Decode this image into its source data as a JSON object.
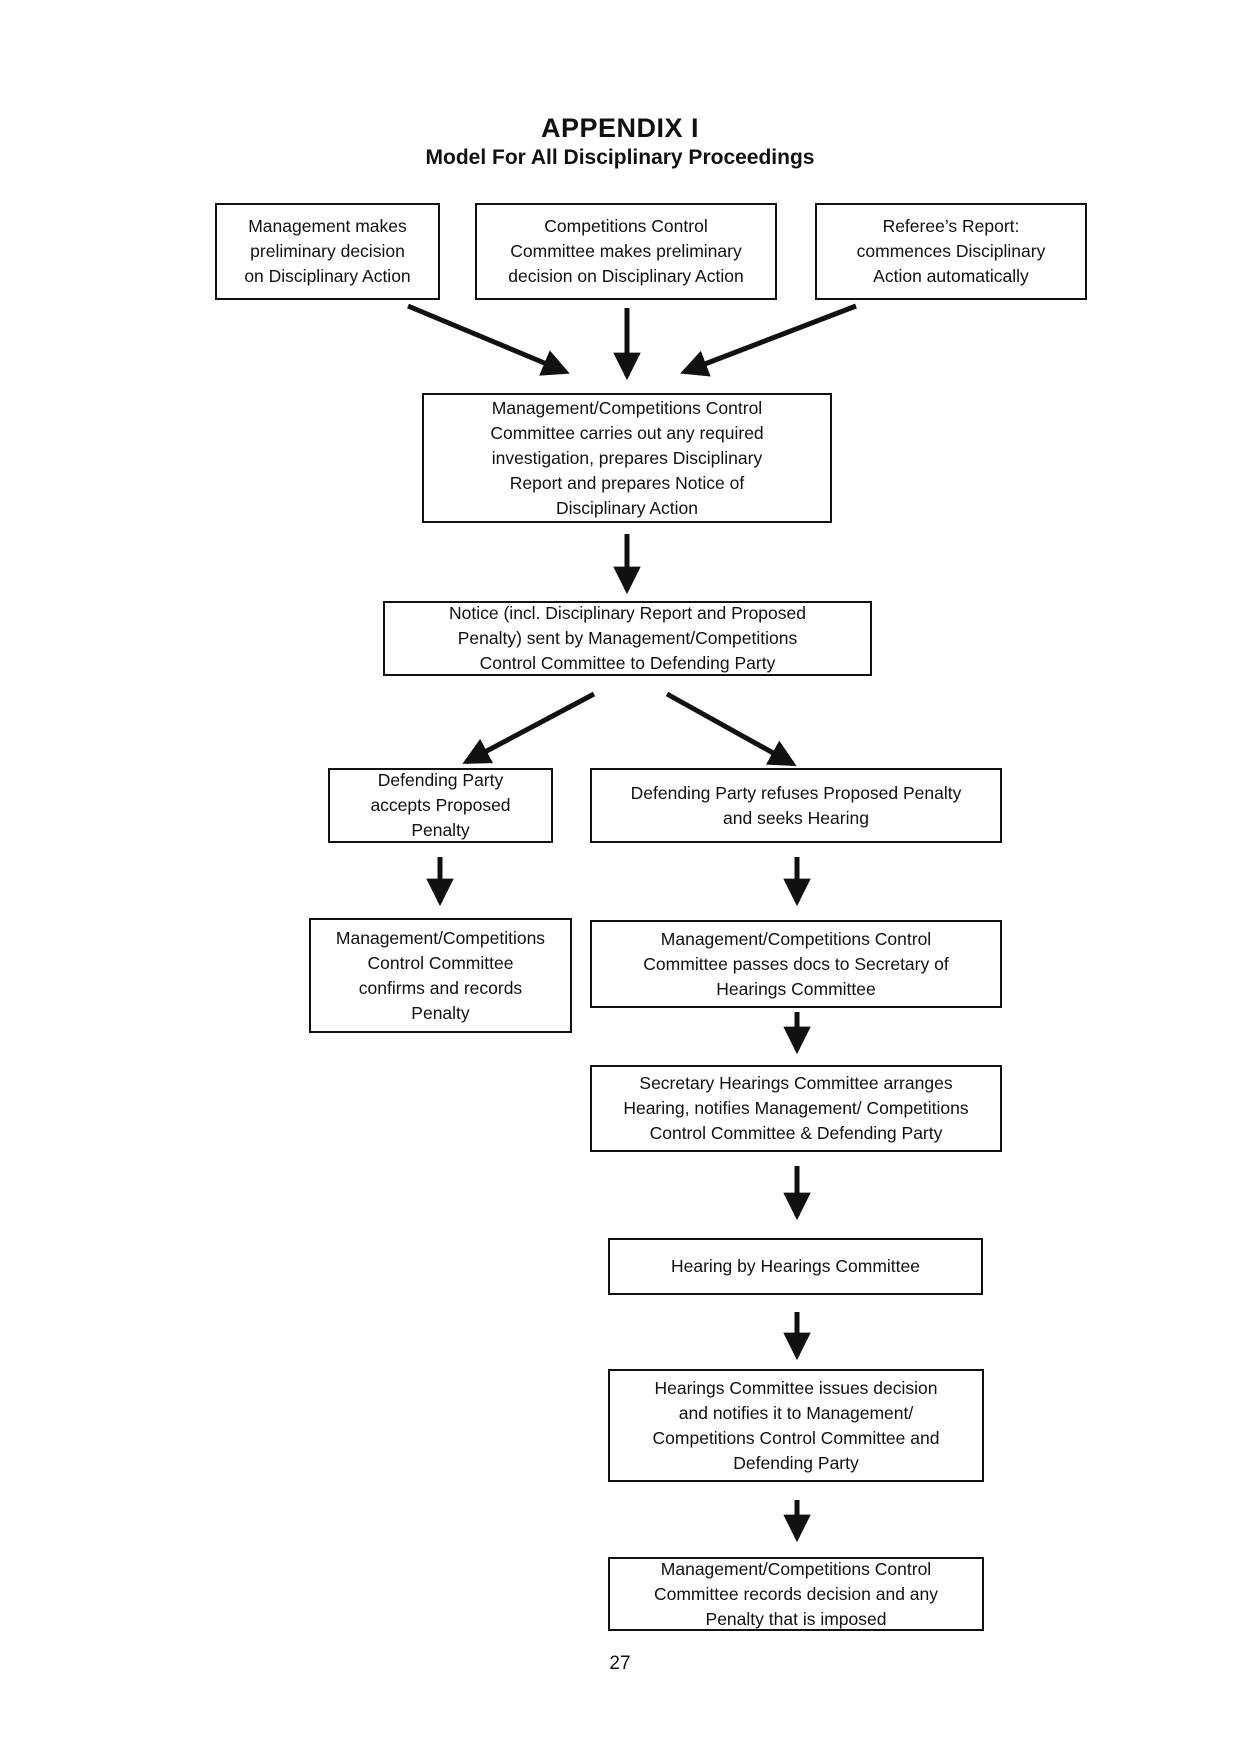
{
  "page": {
    "title": "APPENDIX I",
    "subtitle": "Model For All Disciplinary Proceedings",
    "page_number": "27"
  },
  "colors": {
    "ink": "#111111",
    "background": "#ffffff"
  },
  "flowchart": {
    "nodes": {
      "management_preliminary": "Management makes\npreliminary decision\non Disciplinary Action",
      "ccc_preliminary": "Competitions Control\nCommittee makes preliminary\ndecision on Disciplinary Action",
      "referee_report": "Referee’s Report:\ncommences Disciplinary\nAction automatically",
      "investigation": "Management/Competitions Control\nCommittee carries out any required\ninvestigation, prepares Disciplinary\nReport and prepares Notice of\nDisciplinary Action",
      "notice": "Notice (incl. Disciplinary Report and Proposed\nPenalty) sent by Management/Competitions\nControl Committee to Defending Party",
      "accepts": "Defending Party\naccepts Proposed\nPenalty",
      "refuses": "Defending Party refuses Proposed Penalty\nand seeks Hearing",
      "confirms": "Management/Competitions\nControl Committee\nconfirms and records\nPenalty",
      "passes_docs": "Management/Competitions Control\nCommittee passes docs to Secretary of\nHearings Committee",
      "secretary_arranges": "Secretary Hearings Committee arranges\nHearing, notifies Management/ Competitions\nControl Committee & Defending Party",
      "hearing": "Hearing by Hearings Committee",
      "issues_decision": "Hearings Committee issues decision\nand notifies it to Management/\nCompetitions Control Committee and\nDefending Party",
      "records_decision": "Management/Competitions Control\nCommittee records decision and any\nPenalty that is imposed"
    },
    "edges": [
      {
        "from": "management_preliminary",
        "to": "investigation"
      },
      {
        "from": "ccc_preliminary",
        "to": "investigation"
      },
      {
        "from": "referee_report",
        "to": "investigation"
      },
      {
        "from": "investigation",
        "to": "notice"
      },
      {
        "from": "notice",
        "to": "accepts"
      },
      {
        "from": "notice",
        "to": "refuses"
      },
      {
        "from": "accepts",
        "to": "confirms"
      },
      {
        "from": "refuses",
        "to": "passes_docs"
      },
      {
        "from": "passes_docs",
        "to": "secretary_arranges"
      },
      {
        "from": "secretary_arranges",
        "to": "hearing"
      },
      {
        "from": "hearing",
        "to": "issues_decision"
      },
      {
        "from": "issues_decision",
        "to": "records_decision"
      }
    ]
  }
}
